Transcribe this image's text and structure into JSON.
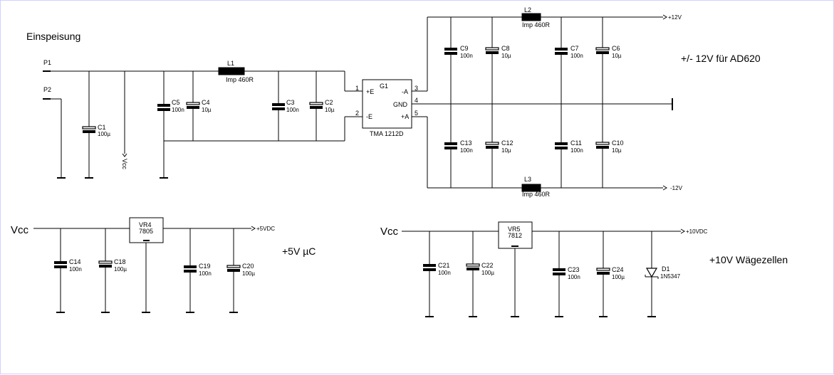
{
  "headings": {
    "supply": "Einspeisung",
    "pm12": "+/- 12V für AD620",
    "p5": "+5V µC",
    "p10": "+10V Wägezellen",
    "vcc_left": "Vcc",
    "vcc_right": "Vcc",
    "vcc_rot": "Vcc"
  },
  "ports": {
    "p1": "P1",
    "p2": "P2",
    "plus12": "+12V",
    "minus12": "-12V",
    "plus5": "+5VDC",
    "plus10": "+10VDC"
  },
  "components": {
    "C1": {
      "name": "C1",
      "value": "100µ"
    },
    "C2": {
      "name": "C2",
      "value": "10µ"
    },
    "C3": {
      "name": "C3",
      "value": "100n"
    },
    "C4": {
      "name": "C4",
      "value": "10µ"
    },
    "C5": {
      "name": "C5",
      "value": "100n"
    },
    "C6": {
      "name": "C6",
      "value": "10µ"
    },
    "C7": {
      "name": "C7",
      "value": "100n"
    },
    "C8": {
      "name": "C8",
      "value": "10µ"
    },
    "C9": {
      "name": "C9",
      "value": "100n"
    },
    "C10": {
      "name": "C10",
      "value": "10µ"
    },
    "C11": {
      "name": "C11",
      "value": "100n"
    },
    "C12": {
      "name": "C12",
      "value": "10µ"
    },
    "C13": {
      "name": "C13",
      "value": "100n"
    },
    "C14": {
      "name": "C14",
      "value": "100n"
    },
    "C18": {
      "name": "C18",
      "value": "100µ"
    },
    "C19": {
      "name": "C19",
      "value": "100n"
    },
    "C20": {
      "name": "C20",
      "value": "100µ"
    },
    "C21": {
      "name": "C21",
      "value": "100n"
    },
    "C22": {
      "name": "C22",
      "value": "100µ"
    },
    "C23": {
      "name": "C23",
      "value": "100n"
    },
    "C24": {
      "name": "C24",
      "value": "100µ"
    },
    "L1": {
      "name": "L1",
      "value": "Imp 460R"
    },
    "L2": {
      "name": "L2",
      "value": "Imp 460R"
    },
    "L3": {
      "name": "L3",
      "value": "Imp 460R"
    },
    "D1": {
      "name": "D1",
      "value": "1N5347"
    },
    "VR4": {
      "name": "VR4",
      "value": "7805"
    },
    "VR5": {
      "name": "VR5",
      "value": "7812"
    },
    "G1": {
      "name": "G1",
      "value": "TMA 1212D",
      "pin_plus_e": "+E",
      "pin_minus_e": "-E",
      "pin_minus_a": "-A",
      "pin_gnd": "GND",
      "pin_plus_a": "+A",
      "n1": "1",
      "n2": "2",
      "n3": "3",
      "n4": "4",
      "n5": "5"
    }
  }
}
